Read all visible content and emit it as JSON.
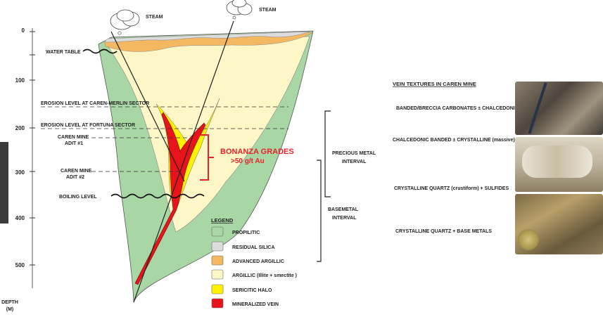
{
  "steam_labels": [
    "STEAM",
    "STEAM"
  ],
  "depth_axis": {
    "ticks": [
      "0",
      "100",
      "200",
      "300",
      "400",
      "500"
    ],
    "label_line1": "DEPTH",
    "label_line2": "(M)"
  },
  "levels": {
    "water_table": "WATER TABLE",
    "erosion_caren_merlin": "EROSION LEVEL AT CAREN-MERLIN SECTOR",
    "erosion_fortuna": "EROSION LEVEL AT FORTUNA SECTOR",
    "adit1_line1": "CAREN MINE",
    "adit1_line2": "ADIT #1",
    "adit2_line1": "CAREN MINE",
    "adit2_line2": "ADIT #2",
    "boiling": "BOILING LEVEL"
  },
  "bonanza": {
    "line1": "BONANZA GRADES",
    "line2": ">50 g/t Au",
    "color": "#e8222a"
  },
  "intervals": {
    "precious_line1": "PRECIOUS METAL",
    "precious_line2": "INTERVAL",
    "basemetal_line1": "BASEMETAL",
    "basemetal_line2": "INTERVAL"
  },
  "legend": {
    "title": "LEGEND",
    "items": [
      {
        "label": "PROPILITIC",
        "color": "#a9d6a5"
      },
      {
        "label": "RESIDUAL SILICA",
        "color": "#dcdcdc"
      },
      {
        "label": "ADVANCED ARGILLIC",
        "color": "#f4b862"
      },
      {
        "label": "ARGILLIC (Illite + smectite )",
        "color": "#fdf6c6"
      },
      {
        "label": "SERICITIC HALO",
        "color": "#fff200"
      },
      {
        "label": "MINERALIZED VEIN",
        "color": "#e8141b"
      }
    ]
  },
  "textures": {
    "title": "VEIN TEXTURES IN CAREN MINE",
    "items": [
      "BANDED/BRECCIA CARBONATES ± CHALCEDONIC",
      "CHALCEDONIC BANDED ± CRYSTALLINE (massive)",
      "CRYSTALLINE QUARTZ (crustiform) + SULFIDES",
      "CRYSTALLINE QUARTZ + BASE METALS"
    ]
  }
}
